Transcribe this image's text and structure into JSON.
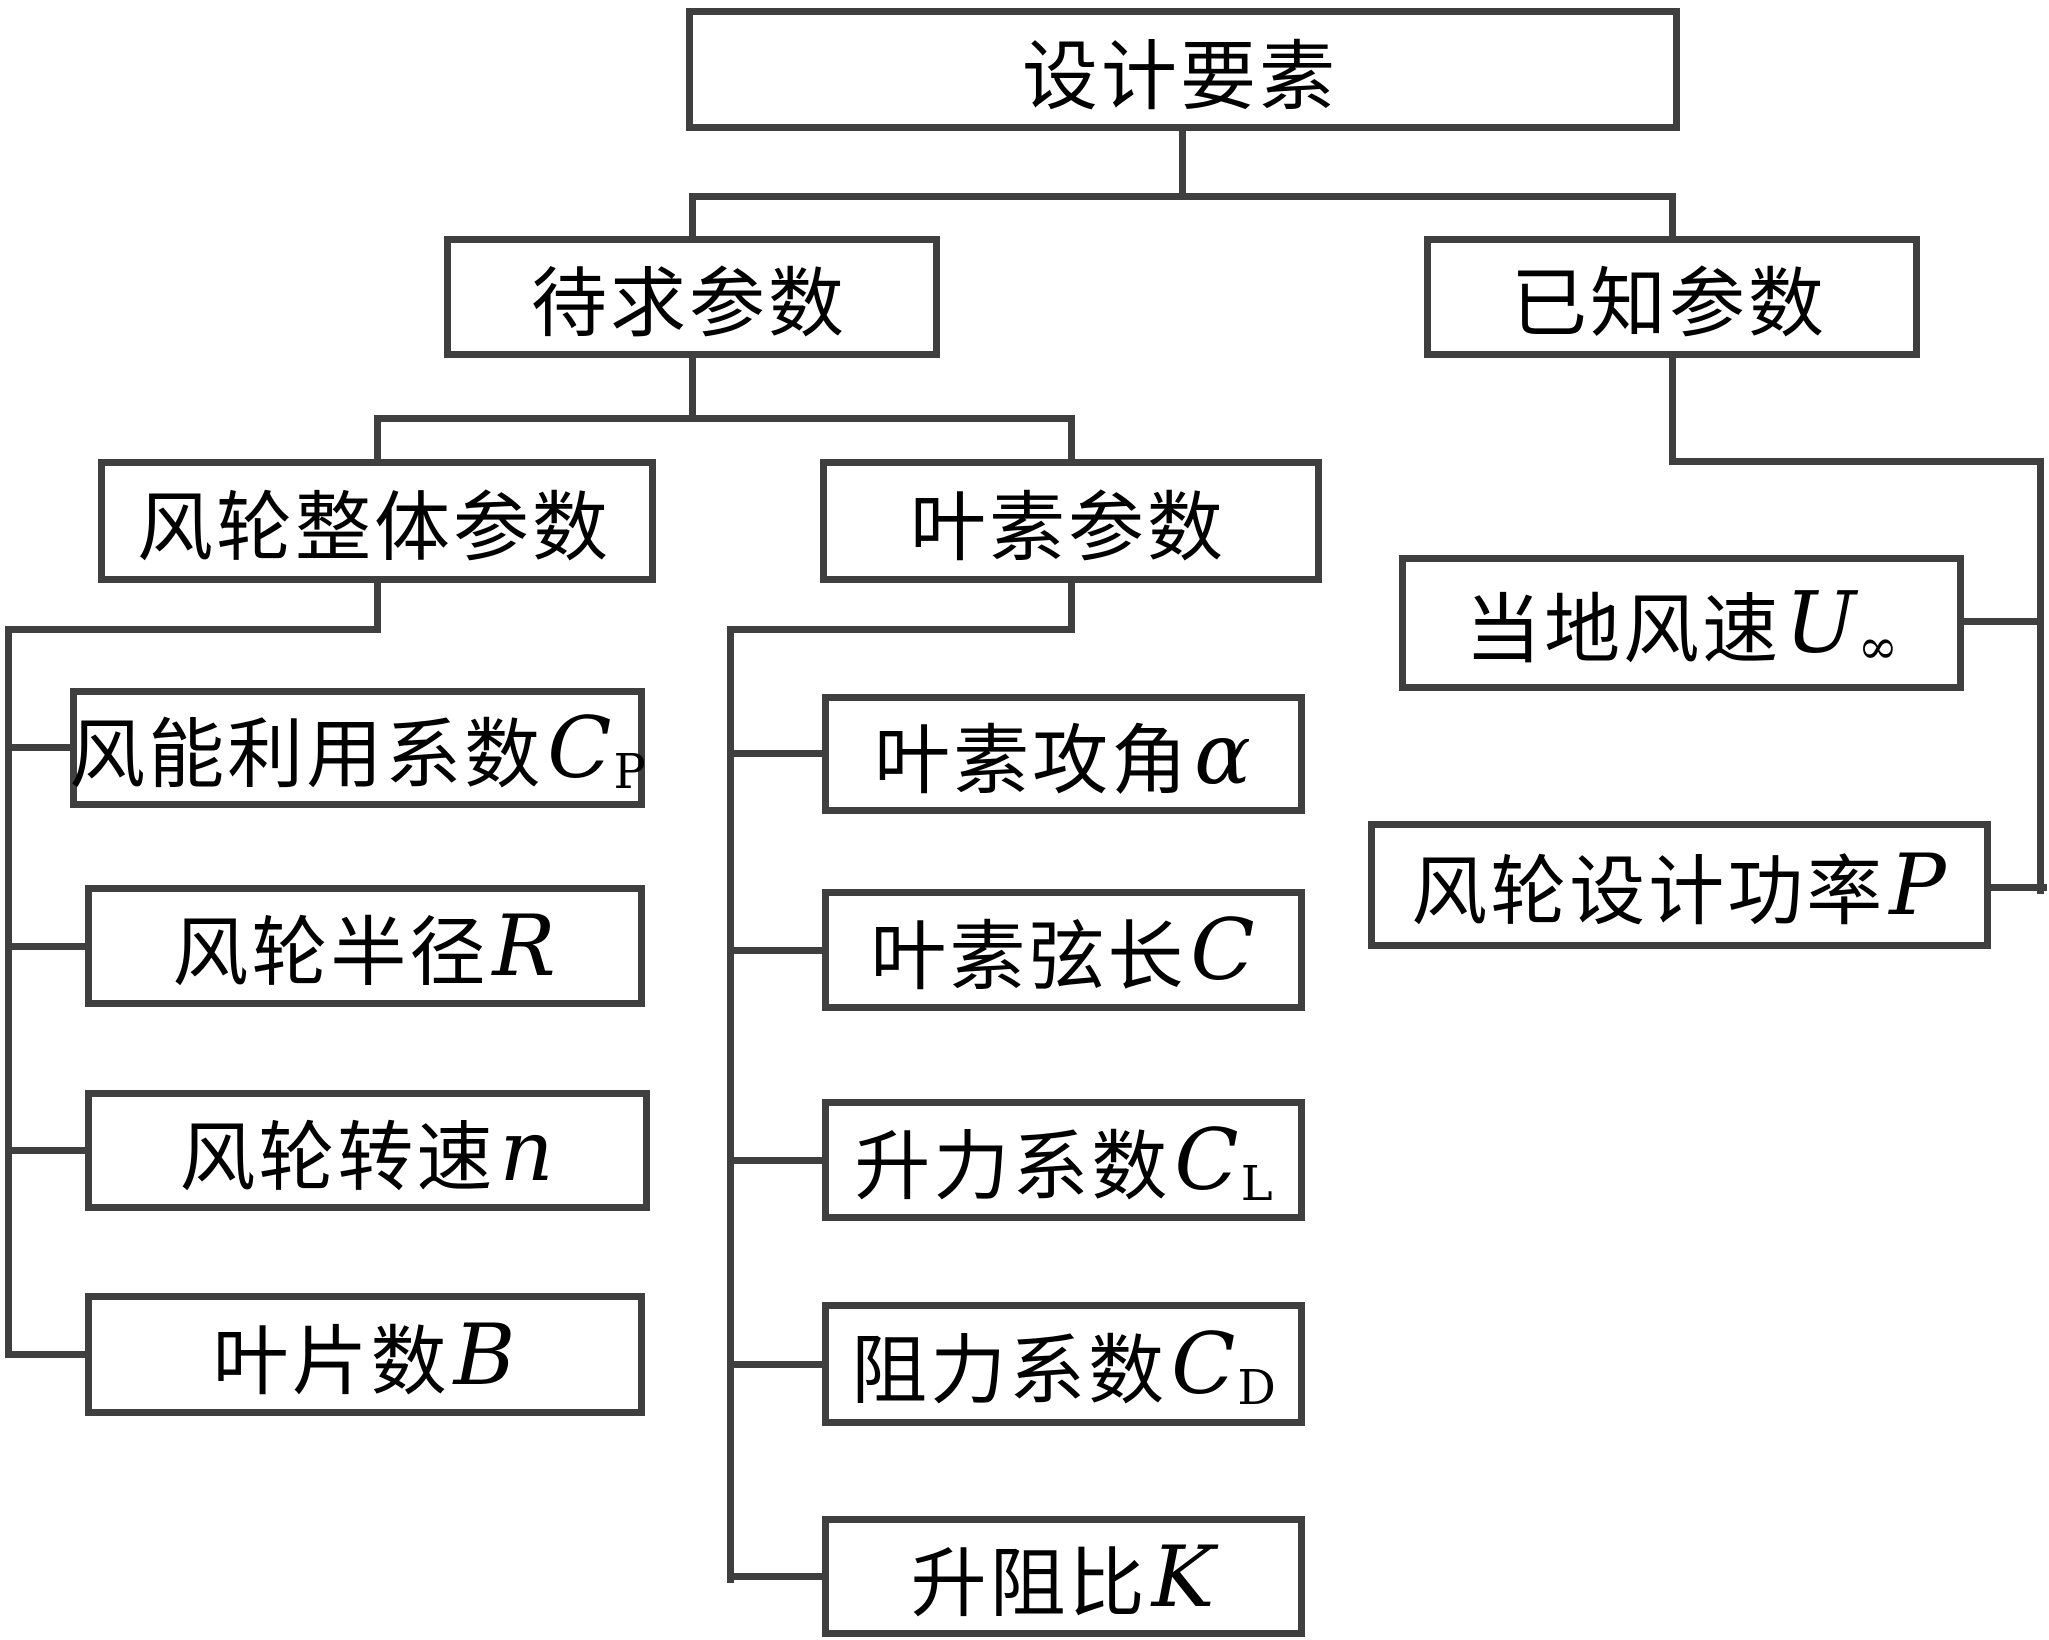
{
  "diagram": {
    "type": "hierarchy-flowchart",
    "title": "设计要素",
    "colors": {
      "line": "#3f3f3f",
      "text": "#000000",
      "background": "#ffffff"
    }
  },
  "boxes": {
    "design_elements": {
      "zh": "设计要素",
      "sym": "",
      "sub": ""
    },
    "unknown_params": {
      "zh": "待求参数",
      "sym": "",
      "sub": ""
    },
    "known_params": {
      "zh": "已知参数",
      "sym": "",
      "sub": ""
    },
    "rotor_overall_params": {
      "zh": "风轮整体参数",
      "sym": "",
      "sub": ""
    },
    "blade_element_params": {
      "zh": "叶素参数",
      "sym": "",
      "sub": ""
    },
    "local_wind_speed": {
      "zh": "当地风速",
      "sym": "U",
      "sub": "∞"
    },
    "rotor_design_power": {
      "zh": "风轮设计功率",
      "sym": "P",
      "sub": ""
    },
    "power_coefficient": {
      "zh": "风能利用系数",
      "sym": "C",
      "sub": "P"
    },
    "rotor_radius": {
      "zh": "风轮半径",
      "sym": "R",
      "sub": ""
    },
    "rotor_speed": {
      "zh": "风轮转速",
      "sym": "n",
      "sub": ""
    },
    "blade_count": {
      "zh": "叶片数",
      "sym": "B",
      "sub": ""
    },
    "attack_angle": {
      "zh": "叶素攻角",
      "sym": "α",
      "sub": ""
    },
    "chord_length": {
      "zh": "叶素弦长",
      "sym": "C",
      "sub": ""
    },
    "lift_coefficient": {
      "zh": "升力系数",
      "sym": "C",
      "sub": "L"
    },
    "drag_coefficient": {
      "zh": "阻力系数",
      "sym": "C",
      "sub": "D"
    },
    "lift_drag_ratio": {
      "zh": "升阻比",
      "sym": "K",
      "sub": ""
    }
  },
  "hierarchy": {
    "design_elements": [
      "unknown_params",
      "known_params"
    ],
    "unknown_params": [
      "rotor_overall_params",
      "blade_element_params"
    ],
    "known_params": [
      "local_wind_speed",
      "rotor_design_power"
    ],
    "rotor_overall_params": [
      "power_coefficient",
      "rotor_radius",
      "rotor_speed",
      "blade_count"
    ],
    "blade_element_params": [
      "attack_angle",
      "chord_length",
      "lift_coefficient",
      "drag_coefficient",
      "lift_drag_ratio"
    ]
  }
}
